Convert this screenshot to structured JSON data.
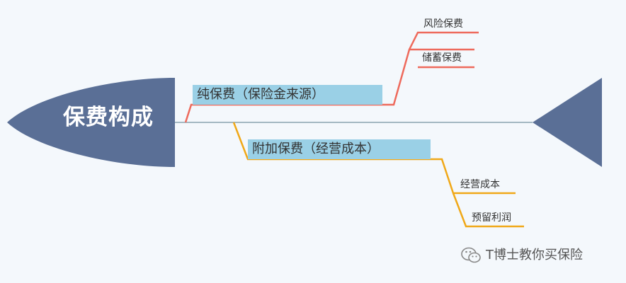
{
  "head": {
    "label": "保费构成",
    "color": "#5a6f96"
  },
  "branches": [
    {
      "label": "纯保费（保险金来源）",
      "color": "#ee6a5c",
      "children": [
        "风险保费",
        "储蓄保费"
      ]
    },
    {
      "label": "附加保费（经营成本）",
      "color": "#f0a818",
      "children": [
        "经营成本",
        "预留利润"
      ]
    }
  ],
  "watermark": {
    "text": "T博士教你买保险",
    "icon": "wechat-icon"
  },
  "colors": {
    "spine": "#a4b8c2",
    "box": "#9ad0e6"
  }
}
